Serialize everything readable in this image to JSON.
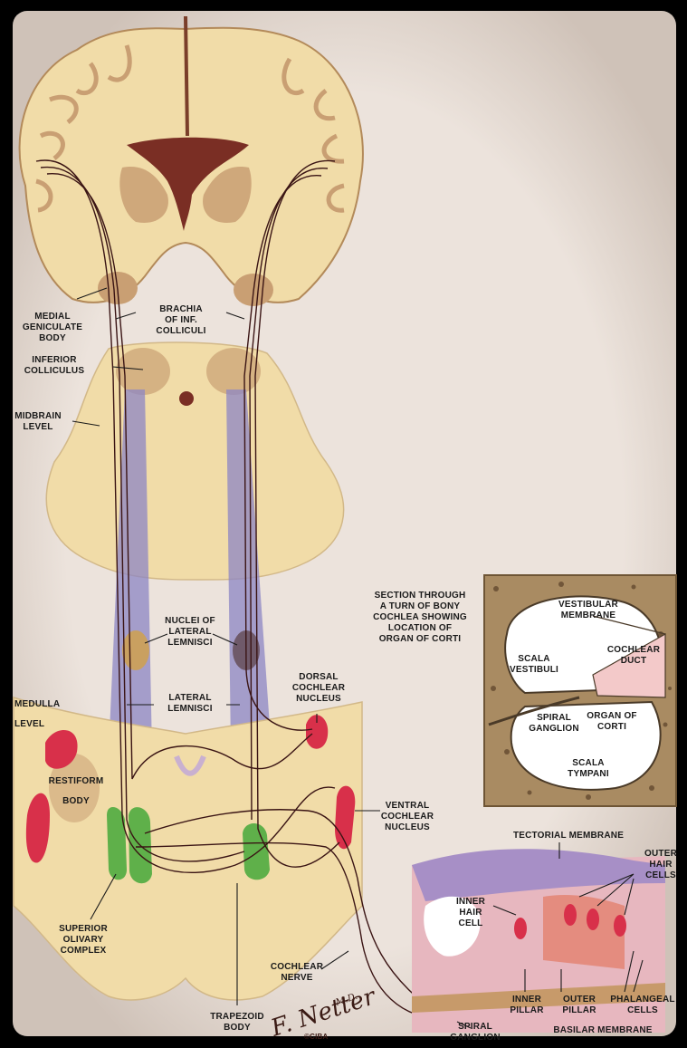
{
  "labels": {
    "medial_geniculate": [
      "MEDIAL",
      "GENICULATE",
      "BODY"
    ],
    "brachia": [
      "BRACHIA",
      "OF INF.",
      "COLLICULI"
    ],
    "inferior_colliculus": [
      "INFERIOR",
      "COLLICULUS"
    ],
    "midbrain_level": [
      "MIDBRAIN",
      "LEVEL"
    ],
    "nuclei_lateral_lemnisci": [
      "NUCLEI OF",
      "LATERAL",
      "LEMNISCI"
    ],
    "lateral_lemnisci": [
      "LATERAL",
      "LEMNISCI"
    ],
    "dorsal_cochlear": [
      "DORSAL",
      "COCHLEAR",
      "NUCLEUS"
    ],
    "medulla_level": [
      "MEDULLA",
      "LEVEL"
    ],
    "restiform_body": [
      "RESTIFORM",
      "BODY"
    ],
    "ventral_cochlear": [
      "VENTRAL",
      "COCHLEAR",
      "NUCLEUS"
    ],
    "superior_olivary": [
      "SUPERIOR",
      "OLIVARY",
      "COMPLEX"
    ],
    "cochlear_nerve": [
      "COCHLEAR",
      "NERVE"
    ],
    "trapezoid_body": [
      "TRAPEZOID",
      "BODY"
    ],
    "section_caption": [
      "SECTION THROUGH",
      "A TURN OF BONY",
      "COCHLEA SHOWING",
      "LOCATION OF",
      "ORGAN OF CORTI"
    ],
    "vestibular_membrane": [
      "VESTIBULAR",
      "MEMBRANE"
    ],
    "scala_vestibuli": [
      "SCALA",
      "VESTIBULI"
    ],
    "cochlear_duct": [
      "COCHLEAR",
      "DUCT"
    ],
    "spiral_ganglion_inset": [
      "SPIRAL",
      "GANGLION"
    ],
    "organ_of_corti": [
      "ORGAN OF",
      "CORTI"
    ],
    "scala_tympani": [
      "SCALA",
      "TYMPANI"
    ],
    "tectorial_membrane": "TECTORIAL MEMBRANE",
    "outer_hair_cells": [
      "OUTER",
      "HAIR",
      "CELLS"
    ],
    "inner_hair_cell": [
      "INNER",
      "HAIR",
      "CELL"
    ],
    "inner_pillar": [
      "INNER",
      "PILLAR"
    ],
    "outer_pillar": [
      "OUTER",
      "PILLAR"
    ],
    "phalangeal_cells": [
      "PHALANGEAL",
      "CELLS"
    ],
    "spiral_ganglion": [
      "SPIRAL",
      "GANGLION"
    ],
    "basilar_membrane": "BASILAR MEMBRANE"
  },
  "signature": [
    "F. Netter",
    "M.D."
  ],
  "copyright": "©CIBA",
  "colors": {
    "background": "#000000",
    "canvas": "#ece3dc",
    "brain_tissue": "#f1dca8",
    "grey_matter": "#c99f73",
    "lemniscus": "#8c86c4",
    "olivary": "#5fb04a",
    "cochlear_nucleus": "#d8304a",
    "fiber": "#3a1414",
    "bone": "#a98b62"
  }
}
